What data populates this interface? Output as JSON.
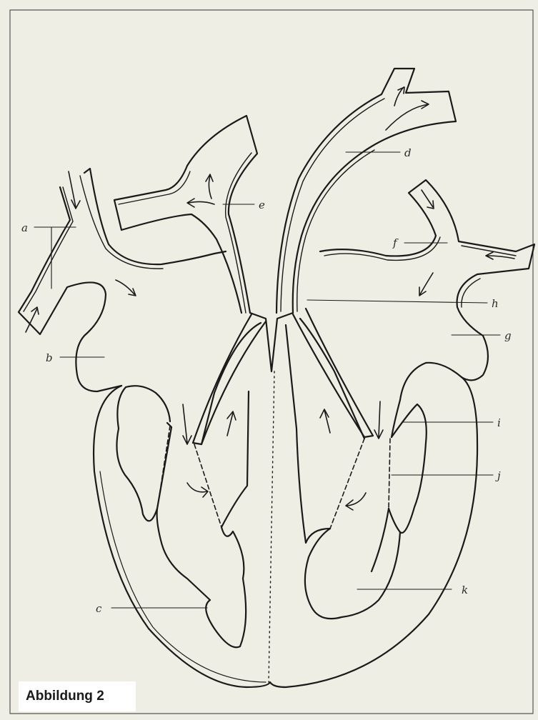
{
  "figure": {
    "caption": "Abbildung 2",
    "labels": [
      "a",
      "b",
      "c",
      "d",
      "e",
      "f",
      "g",
      "h",
      "i",
      "j",
      "k"
    ]
  },
  "colors": {
    "paper": "#efeee4",
    "ink": "#1a1a1a"
  }
}
